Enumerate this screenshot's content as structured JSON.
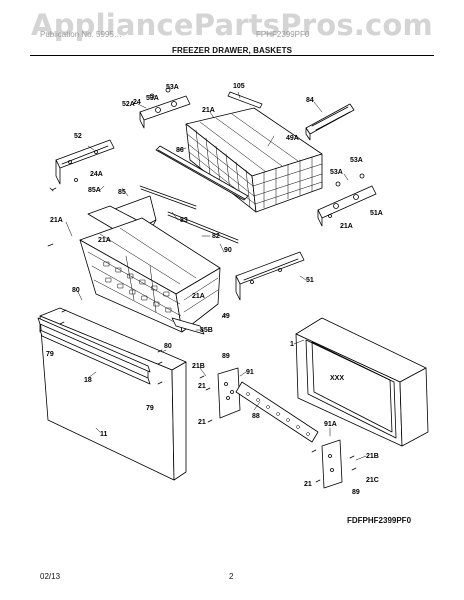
{
  "watermark": "AppliancePartsPros.com",
  "header": {
    "left_faint": "Publication No. 5995…",
    "right_faint": "FPHF2399PF0",
    "title": "FREEZER DRAWER, BASKETS"
  },
  "footer": {
    "model_code": "FDFPHF2399PF0",
    "date": "02/13",
    "page": "2"
  },
  "callouts": {
    "c105": "105",
    "c84": "84",
    "c53A_a": "53A",
    "c52A": "52A",
    "c24_a": "24",
    "c53A_b": "53A",
    "c21A_a": "21A",
    "c49A": "49A",
    "c52": "52",
    "c86": "86",
    "c53A_c": "53A",
    "c24A": "24A",
    "c85A": "85A",
    "c85": "85",
    "c53A_d": "53A",
    "c51A": "51A",
    "c21A_b": "21A",
    "c83": "83",
    "c21A_c": "21A",
    "c21A_d": "21A",
    "c82": "82",
    "c90": "90",
    "c51": "51",
    "c80_a": "80",
    "c21A_e": "21A",
    "c49": "49",
    "c85B": "85B",
    "c79_a": "79",
    "c1": "1",
    "c80_b": "80",
    "c18": "18",
    "c89_a": "89",
    "c21B_a": "21B",
    "c91": "91",
    "c21_a": "21",
    "c79_b": "79",
    "c21_b": "21",
    "c88": "88",
    "c11": "11",
    "c91A": "91A",
    "c21B_b": "21B",
    "c21_c": "21",
    "c21C": "21C",
    "c89_b": "89"
  }
}
